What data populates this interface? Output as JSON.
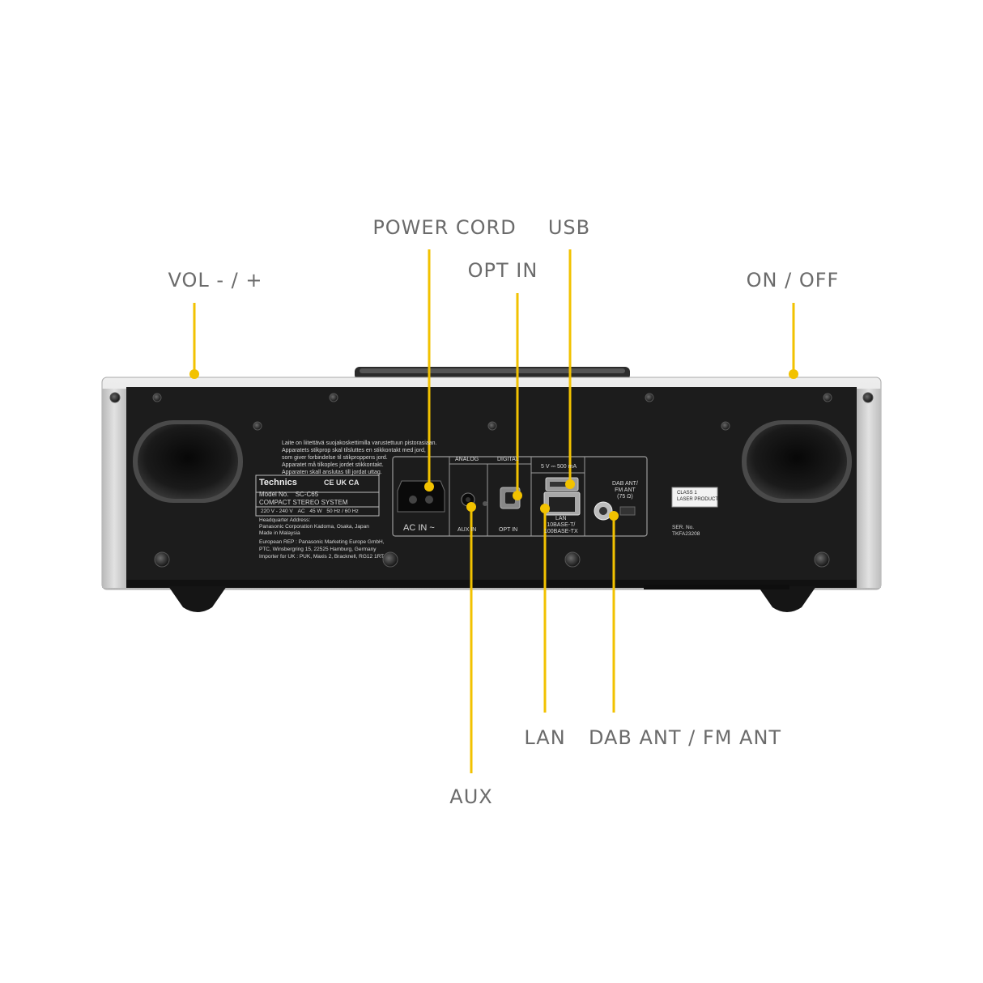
{
  "callouts": {
    "vol": "VOL - / +",
    "power_cord": "POWER CORD",
    "usb": "USB",
    "opt_in": "OPT IN",
    "on_off": "ON / OFF",
    "lan": "LAN",
    "dab_fm_ant": "DAB ANT / FM ANT",
    "aux": "AUX"
  },
  "rear_panel": {
    "warning_text": [
      "Laite on liitettävä suojakoskettimilla varustettuun pistorasiaan.",
      "Apparatets stikprop skal tilsluttes en stikkontakt med jord,",
      "som giver forbindelse til stikproppens jord.",
      "Apparatet må tilkoples jordet stikkontakt.",
      "Apparaten skall anslutas till jordat uttag."
    ],
    "brand": "Technics",
    "cert_marks": "CE UK CA",
    "model_label": "Model No.",
    "model_number": "SC-C65",
    "product_name": "COMPACT STEREO SYSTEM",
    "power_spec": [
      "220 V - 240 V",
      "AC",
      "45 W",
      "50 Hz / 60 Hz"
    ],
    "hq_lines": [
      "Headquarter Address:",
      "Panasonic Corporation      Kadoma, Osaka, Japan",
      "Made in Malaysia"
    ],
    "eu_rep_lines": [
      "European REP : Panasonic Marketing Europe GmbH,",
      "PTC, Winsbergring 15, 22525 Hamburg, Germany",
      "Importer for UK : PUK, Maxis 2, Bracknell, RG12 1RT"
    ],
    "ac_in_label": "AC IN ~",
    "analog_label": "ANALOG",
    "digital_label": "DIGITAL",
    "aux_in_label": "AUX IN",
    "opt_in_label": "OPT IN",
    "usb_spec": "5 V ⎓ 500 mA",
    "lan_label": "LAN",
    "lan_spec_1": "10BASE-T/",
    "lan_spec_2": "100BASE-TX",
    "ant_label_1": "DAB ANT/",
    "ant_label_2": "FM ANT",
    "ant_label_3": "(75 Ω)",
    "laser_line_1": "CLASS 1",
    "laser_line_2": "LASER PRODUCT",
    "ser_label": "SER. No.",
    "ser_number": "TKFA23208"
  },
  "colors": {
    "leader_line": "#f2c200",
    "panel": "#1c1c1c",
    "frame": "#c9c9c9",
    "callout_text": "#6b6b6b"
  }
}
